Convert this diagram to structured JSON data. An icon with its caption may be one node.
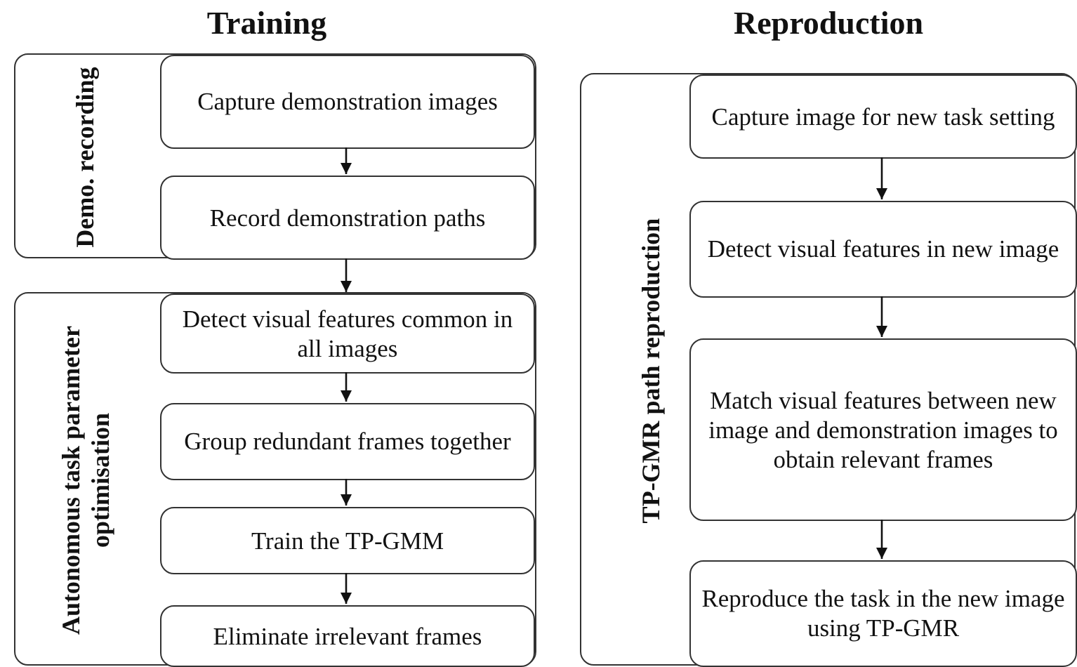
{
  "diagram": {
    "nodes": [
      {
        "text": [
          "Demo. recording"
        ]
      },
      {
        "text": [
          "Capture demonstration images"
        ],
        "in": 0
      },
      {
        "text": [
          "Record demonstration paths"
        ],
        "in": 0
      },
      {
        "text": [
          "Autonomous task parameter optimisation"
        ]
      },
      {
        "text": [
          "Detect visual features common in all images"
        ],
        "in": 3
      },
      {
        "text": [
          "Group redundant frames together"
        ],
        "in": 3
      },
      {
        "text": [
          "Train the TP-GMM"
        ],
        "in": 3
      },
      {
        "text": [
          "Eliminate irrelevant frames"
        ],
        "in": 3
      },
      {
        "text": [
          "TP-GMR path reproduction"
        ]
      },
      {
        "text": [
          "Capture image for new task setting"
        ],
        "in": 8
      },
      {
        "text": [
          "Detect visual features in new image"
        ],
        "in": 8
      },
      {
        "text": [
          "Match visual features between new image and demonstration images to obtain relevant frames"
        ],
        "in": 8
      },
      {
        "text": [
          "Reproduce the task in the new image using TP-GMR"
        ],
        "in": 8
      }
    ],
    "edges": [
      {
        "from": 1,
        "to": 2,
        "arrow": "to"
      },
      {
        "from": 2,
        "to": 4,
        "arrow": "to"
      },
      {
        "from": 4,
        "to": 5,
        "arrow": "to"
      },
      {
        "from": 5,
        "to": 6,
        "arrow": "to"
      },
      {
        "from": 6,
        "to": 7,
        "arrow": "to"
      },
      {
        "from": 9,
        "to": 10,
        "arrow": "to"
      },
      {
        "from": 10,
        "to": 11,
        "arrow": "to"
      },
      {
        "from": 11,
        "to": 12,
        "arrow": "to"
      }
    ],
    "labels": [
      "Training",
      "Reproduction"
    ]
  }
}
